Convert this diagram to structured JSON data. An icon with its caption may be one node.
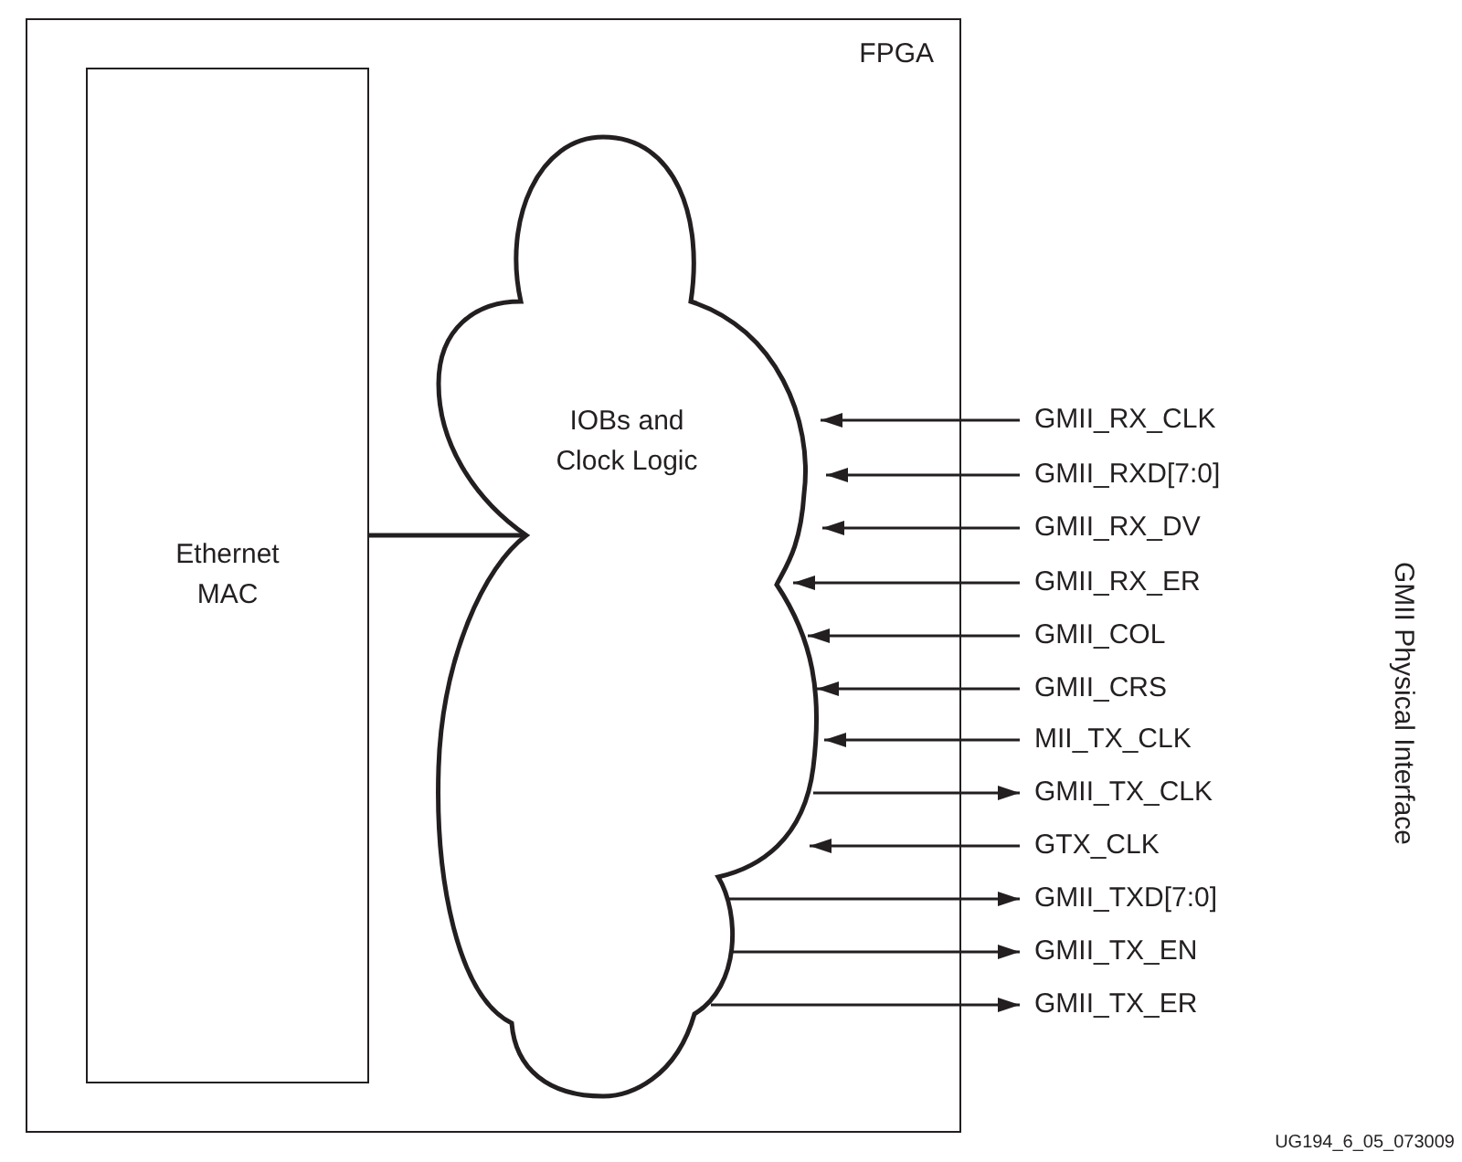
{
  "diagram": {
    "nodes": [
      {
        "text": [
          "FPGA"
        ]
      },
      {
        "text": [
          "Ethernet MAC"
        ],
        "in": 0
      },
      {
        "text": [
          "IOBs and Clock Logic"
        ],
        "in": 0
      },
      {
        "text": [
          "GMII_RX_CLK"
        ]
      },
      {
        "text": [
          "GMII_RXD[7:0]"
        ]
      },
      {
        "text": [
          "GMII_RX_DV"
        ]
      },
      {
        "text": [
          "GMII_RX_ER"
        ]
      },
      {
        "text": [
          "GMII_COL"
        ]
      },
      {
        "text": [
          "GMII_CRS"
        ]
      },
      {
        "text": [
          "MII_TX_CLK"
        ]
      },
      {
        "text": [
          "GMII_TX_CLK"
        ]
      },
      {
        "text": [
          "GTX_CLK"
        ]
      },
      {
        "text": [
          "GMII_TXD[7:0]"
        ]
      },
      {
        "text": [
          "GMII_TX_EN"
        ]
      },
      {
        "text": [
          "GMII_TX_ER"
        ]
      }
    ],
    "edges": [
      {
        "from": 1,
        "to": 2,
        "arrow": "none"
      },
      {
        "from": 3,
        "to": 2,
        "arrow": "to"
      },
      {
        "from": 4,
        "to": 2,
        "arrow": "to"
      },
      {
        "from": 5,
        "to": 2,
        "arrow": "to"
      },
      {
        "from": 6,
        "to": 2,
        "arrow": "to"
      },
      {
        "from": 7,
        "to": 2,
        "arrow": "to"
      },
      {
        "from": 8,
        "to": 2,
        "arrow": "to"
      },
      {
        "from": 9,
        "to": 2,
        "arrow": "to"
      },
      {
        "from": 2,
        "to": 10,
        "arrow": "to"
      },
      {
        "from": 11,
        "to": 2,
        "arrow": "to"
      },
      {
        "from": 2,
        "to": 12,
        "arrow": "to"
      },
      {
        "from": 2,
        "to": 13,
        "arrow": "to"
      },
      {
        "from": 2,
        "to": 14,
        "arrow": "to"
      }
    ],
    "labels": [
      "GMII Physical Interface",
      "UG194_6_05_073009"
    ]
  }
}
